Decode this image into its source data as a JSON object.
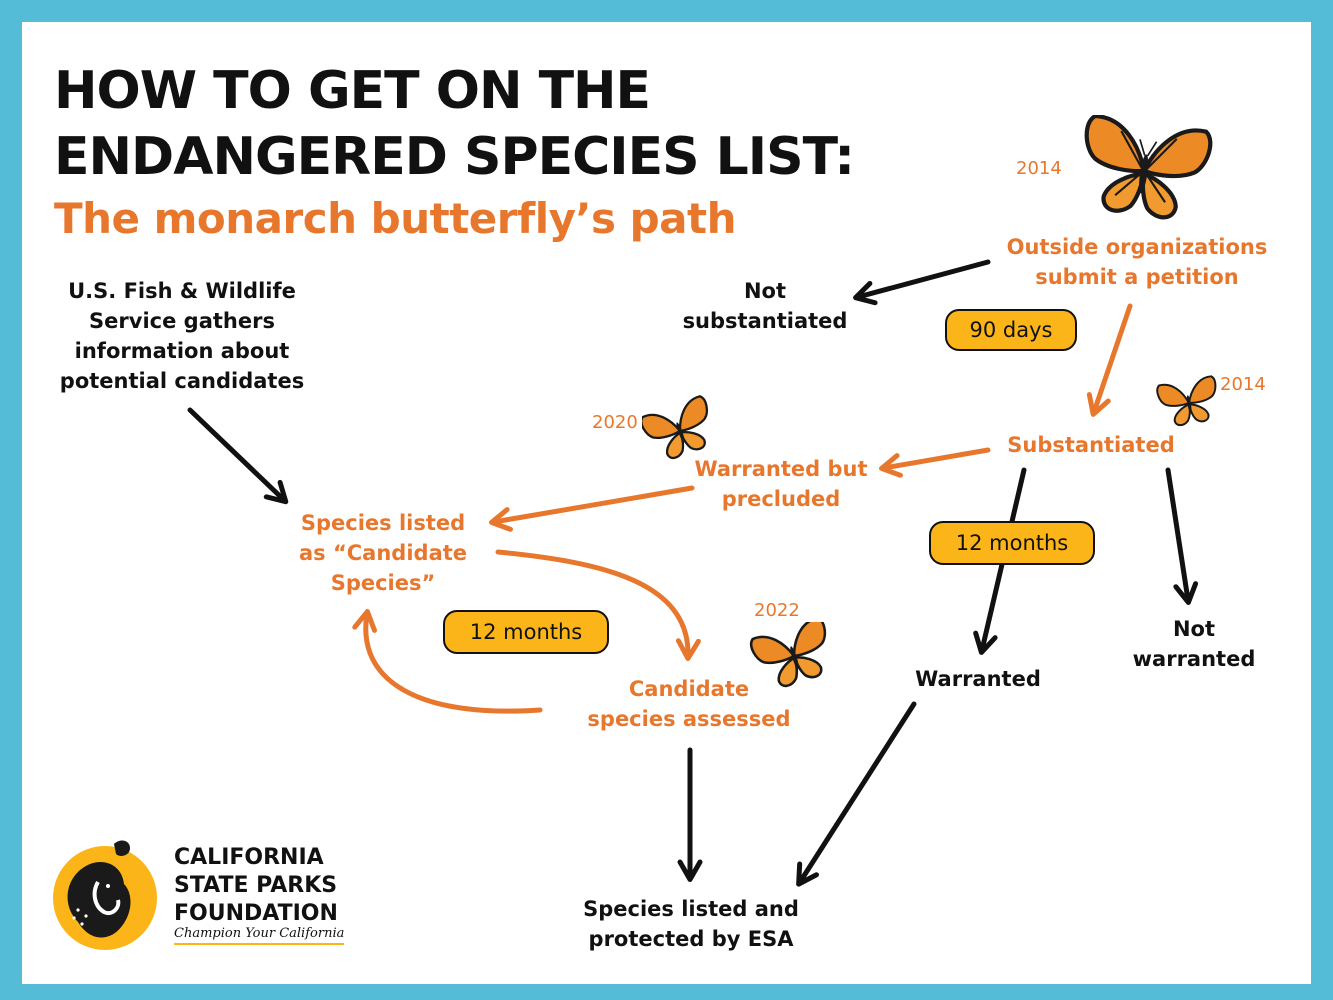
{
  "title": {
    "line1": "HOW TO GET ON THE",
    "line2": "ENDANGERED SPECIES LIST:"
  },
  "subtitle": "The monarch butterfly’s path",
  "nodes": {
    "petition": {
      "line1": "Outside organizations",
      "line2": "submit a petition"
    },
    "not_substantiated": {
      "line1": "Not",
      "line2": "substantiated"
    },
    "substantiated": {
      "line1": "Substantiated"
    },
    "warranted_precluded": {
      "line1": "Warranted but",
      "line2": "precluded"
    },
    "fws": {
      "line1": "U.S. Fish & Wildlife",
      "line2": "Service gathers",
      "line3": "information about",
      "line4": "potential candidates"
    },
    "candidate_listed": {
      "line1": "Species listed",
      "line2": "as “Candidate",
      "line3": "Species”"
    },
    "candidate_assessed": {
      "line1": "Candidate",
      "line2": "species assessed"
    },
    "warranted": {
      "line1": "Warranted"
    },
    "not_warranted": {
      "line1": "Not",
      "line2": "warranted"
    },
    "listed_protected": {
      "line1": "Species listed and",
      "line2": "protected by ESA"
    }
  },
  "years": {
    "petition": "2014",
    "substantiated": "2014",
    "warranted_precluded": "2020",
    "candidate_assessed": "2022"
  },
  "durations": {
    "ninety": "90 days",
    "twelve_a": "12 months",
    "twelve_b": "12 months"
  },
  "logo": {
    "line1": "CALIFORNIA",
    "line2": "STATE PARKS",
    "line3": "FOUNDATION",
    "tagline": "Champion Your California"
  },
  "colors": {
    "border": "#55bcd8",
    "accent": "#e8772e",
    "pill": "#fbb518",
    "text": "#111111"
  },
  "icons": [
    "monarch-butterfly-icon",
    "quail-logo-icon"
  ]
}
